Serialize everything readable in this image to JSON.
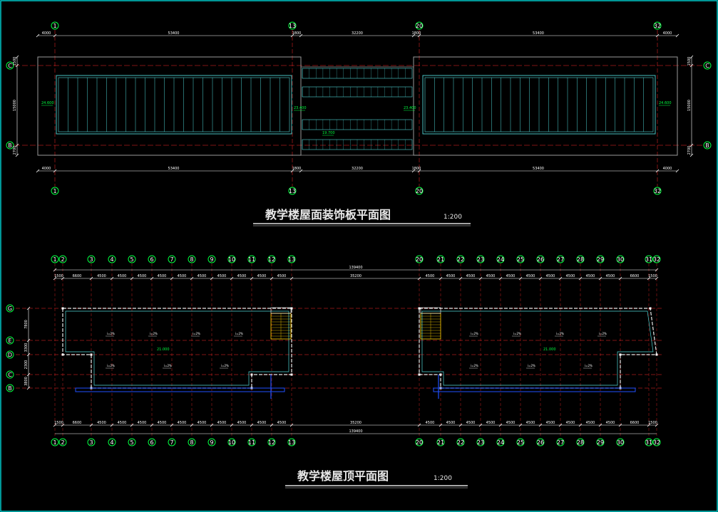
{
  "colors": {
    "background": "#000000",
    "frame": "#00c8c8",
    "grid_red": "#ff2a2a",
    "wall_cyan": "#4fd6d6",
    "dim_white": "#ffffff",
    "axis_green": "#00ff40",
    "roof_gray": "#9a9a9a",
    "stair_yellow": "#ffd200",
    "gutter_blue": "#2050ff"
  },
  "plan_top": {
    "title": "教学楼屋面装饰板平面图",
    "scale": "1:200",
    "axes_top": [
      "1",
      "13",
      "20",
      "32"
    ],
    "axes_bottom": [
      "1",
      "13",
      "20",
      "32"
    ],
    "axes_side": [
      "C",
      "B"
    ],
    "dims_top": [
      "4000",
      "53400",
      "1800",
      "32200",
      "1800",
      "53400",
      "4000"
    ],
    "dims_bottom": [
      "4000",
      "53400",
      "1800",
      "32200",
      "1800",
      "53400",
      "4000"
    ],
    "dims_left": [
      "1500",
      "15000",
      "2700"
    ],
    "dims_right": [
      "1500",
      "15000",
      "2700"
    ],
    "elevations": [
      "24.600",
      "23.400",
      "23.400",
      "24.600",
      "19.700"
    ]
  },
  "plan_bottom": {
    "title": "教学楼屋顶平面图",
    "scale": "1:200",
    "axes_left_group": [
      "1",
      "2",
      "3",
      "4",
      "5",
      "6",
      "7",
      "8",
      "9",
      "10",
      "11",
      "12",
      "13"
    ],
    "axes_right_group": [
      "20",
      "21",
      "22",
      "23",
      "24",
      "25",
      "26",
      "27",
      "28",
      "29",
      "30",
      "31",
      "32"
    ],
    "axes_side": [
      "G",
      "E",
      "D",
      "C",
      "B"
    ],
    "overall_dim": "139400",
    "dims_top_left": [
      "1500",
      "6600",
      "4500",
      "4500",
      "4500",
      "4500",
      "4500",
      "4500",
      "4500",
      "4500",
      "4500",
      "4500"
    ],
    "dims_top_right": [
      "4500",
      "4500",
      "4500",
      "4500",
      "4500",
      "4500",
      "4500",
      "4500",
      "4500",
      "4500",
      "6600",
      "1500"
    ],
    "center_dim": "35200",
    "dims_left": [
      "7800",
      "3300",
      "2300",
      "3800"
    ],
    "elevations": [
      "21.000",
      "21.000"
    ],
    "slope_label": "i=2%"
  }
}
